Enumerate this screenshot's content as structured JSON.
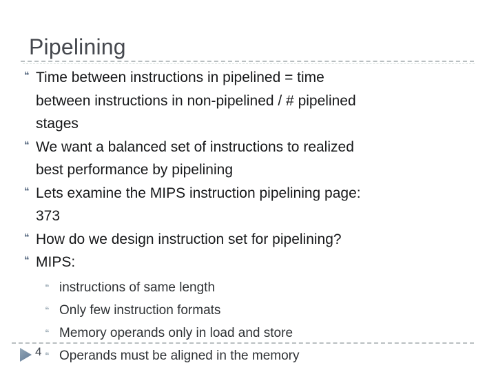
{
  "slide": {
    "title": "Pipelining",
    "bullet_glyph": "❝",
    "bullets": [
      {
        "lines": [
          "Time between instructions in pipelined = time",
          "between instructions in non-pipelined / # pipelined",
          "stages"
        ]
      },
      {
        "lines": [
          "We want a balanced set of instructions to realized",
          "best performance by pipelining"
        ]
      },
      {
        "lines": [
          "Lets examine the MIPS instruction pipelining page:",
          "373"
        ]
      },
      {
        "lines": [
          "How do we design instruction set for pipelining?"
        ]
      },
      {
        "lines": [
          "MIPS:"
        ]
      }
    ],
    "sub_bullets": [
      "instructions of same length",
      "Only few instruction formats",
      "Memory operands only in load and store",
      "Operands must be aligned in the memory"
    ],
    "page_number": "4",
    "colors": {
      "title": "#45484e",
      "body_text": "#17181a",
      "sub_text": "#2e3134",
      "bullet_main": "#63748a",
      "bullet_sub": "#a9b6bf",
      "dashed_rule": "#b9bfc1",
      "arrow": "#7b91a6"
    }
  }
}
